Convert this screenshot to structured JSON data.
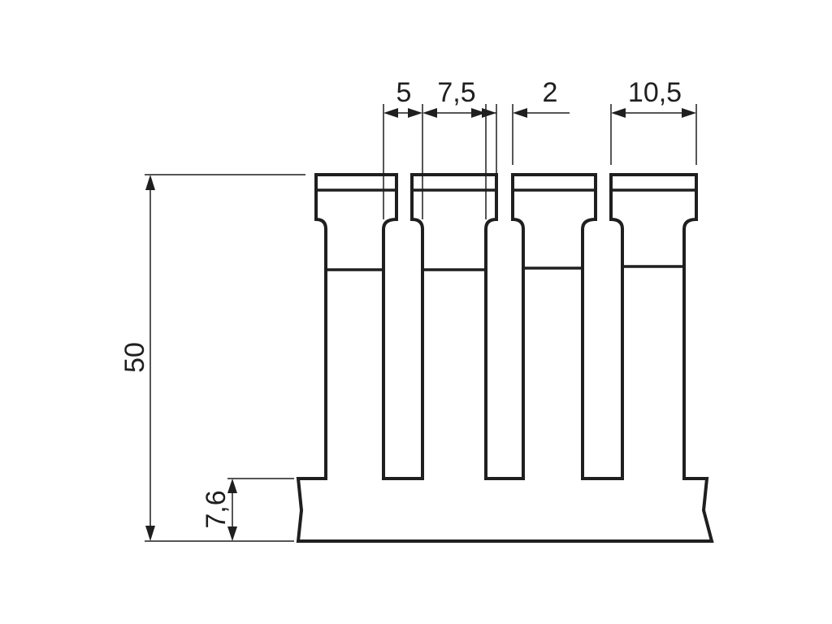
{
  "dimensions": {
    "total_height": "50",
    "base_height": "7,6",
    "fin_width": "5",
    "fin_gap": "7,5",
    "fin_spacing": "2",
    "head_width": "10,5"
  },
  "colors": {
    "line": "#1f1f1f",
    "background": "#ffffff"
  }
}
